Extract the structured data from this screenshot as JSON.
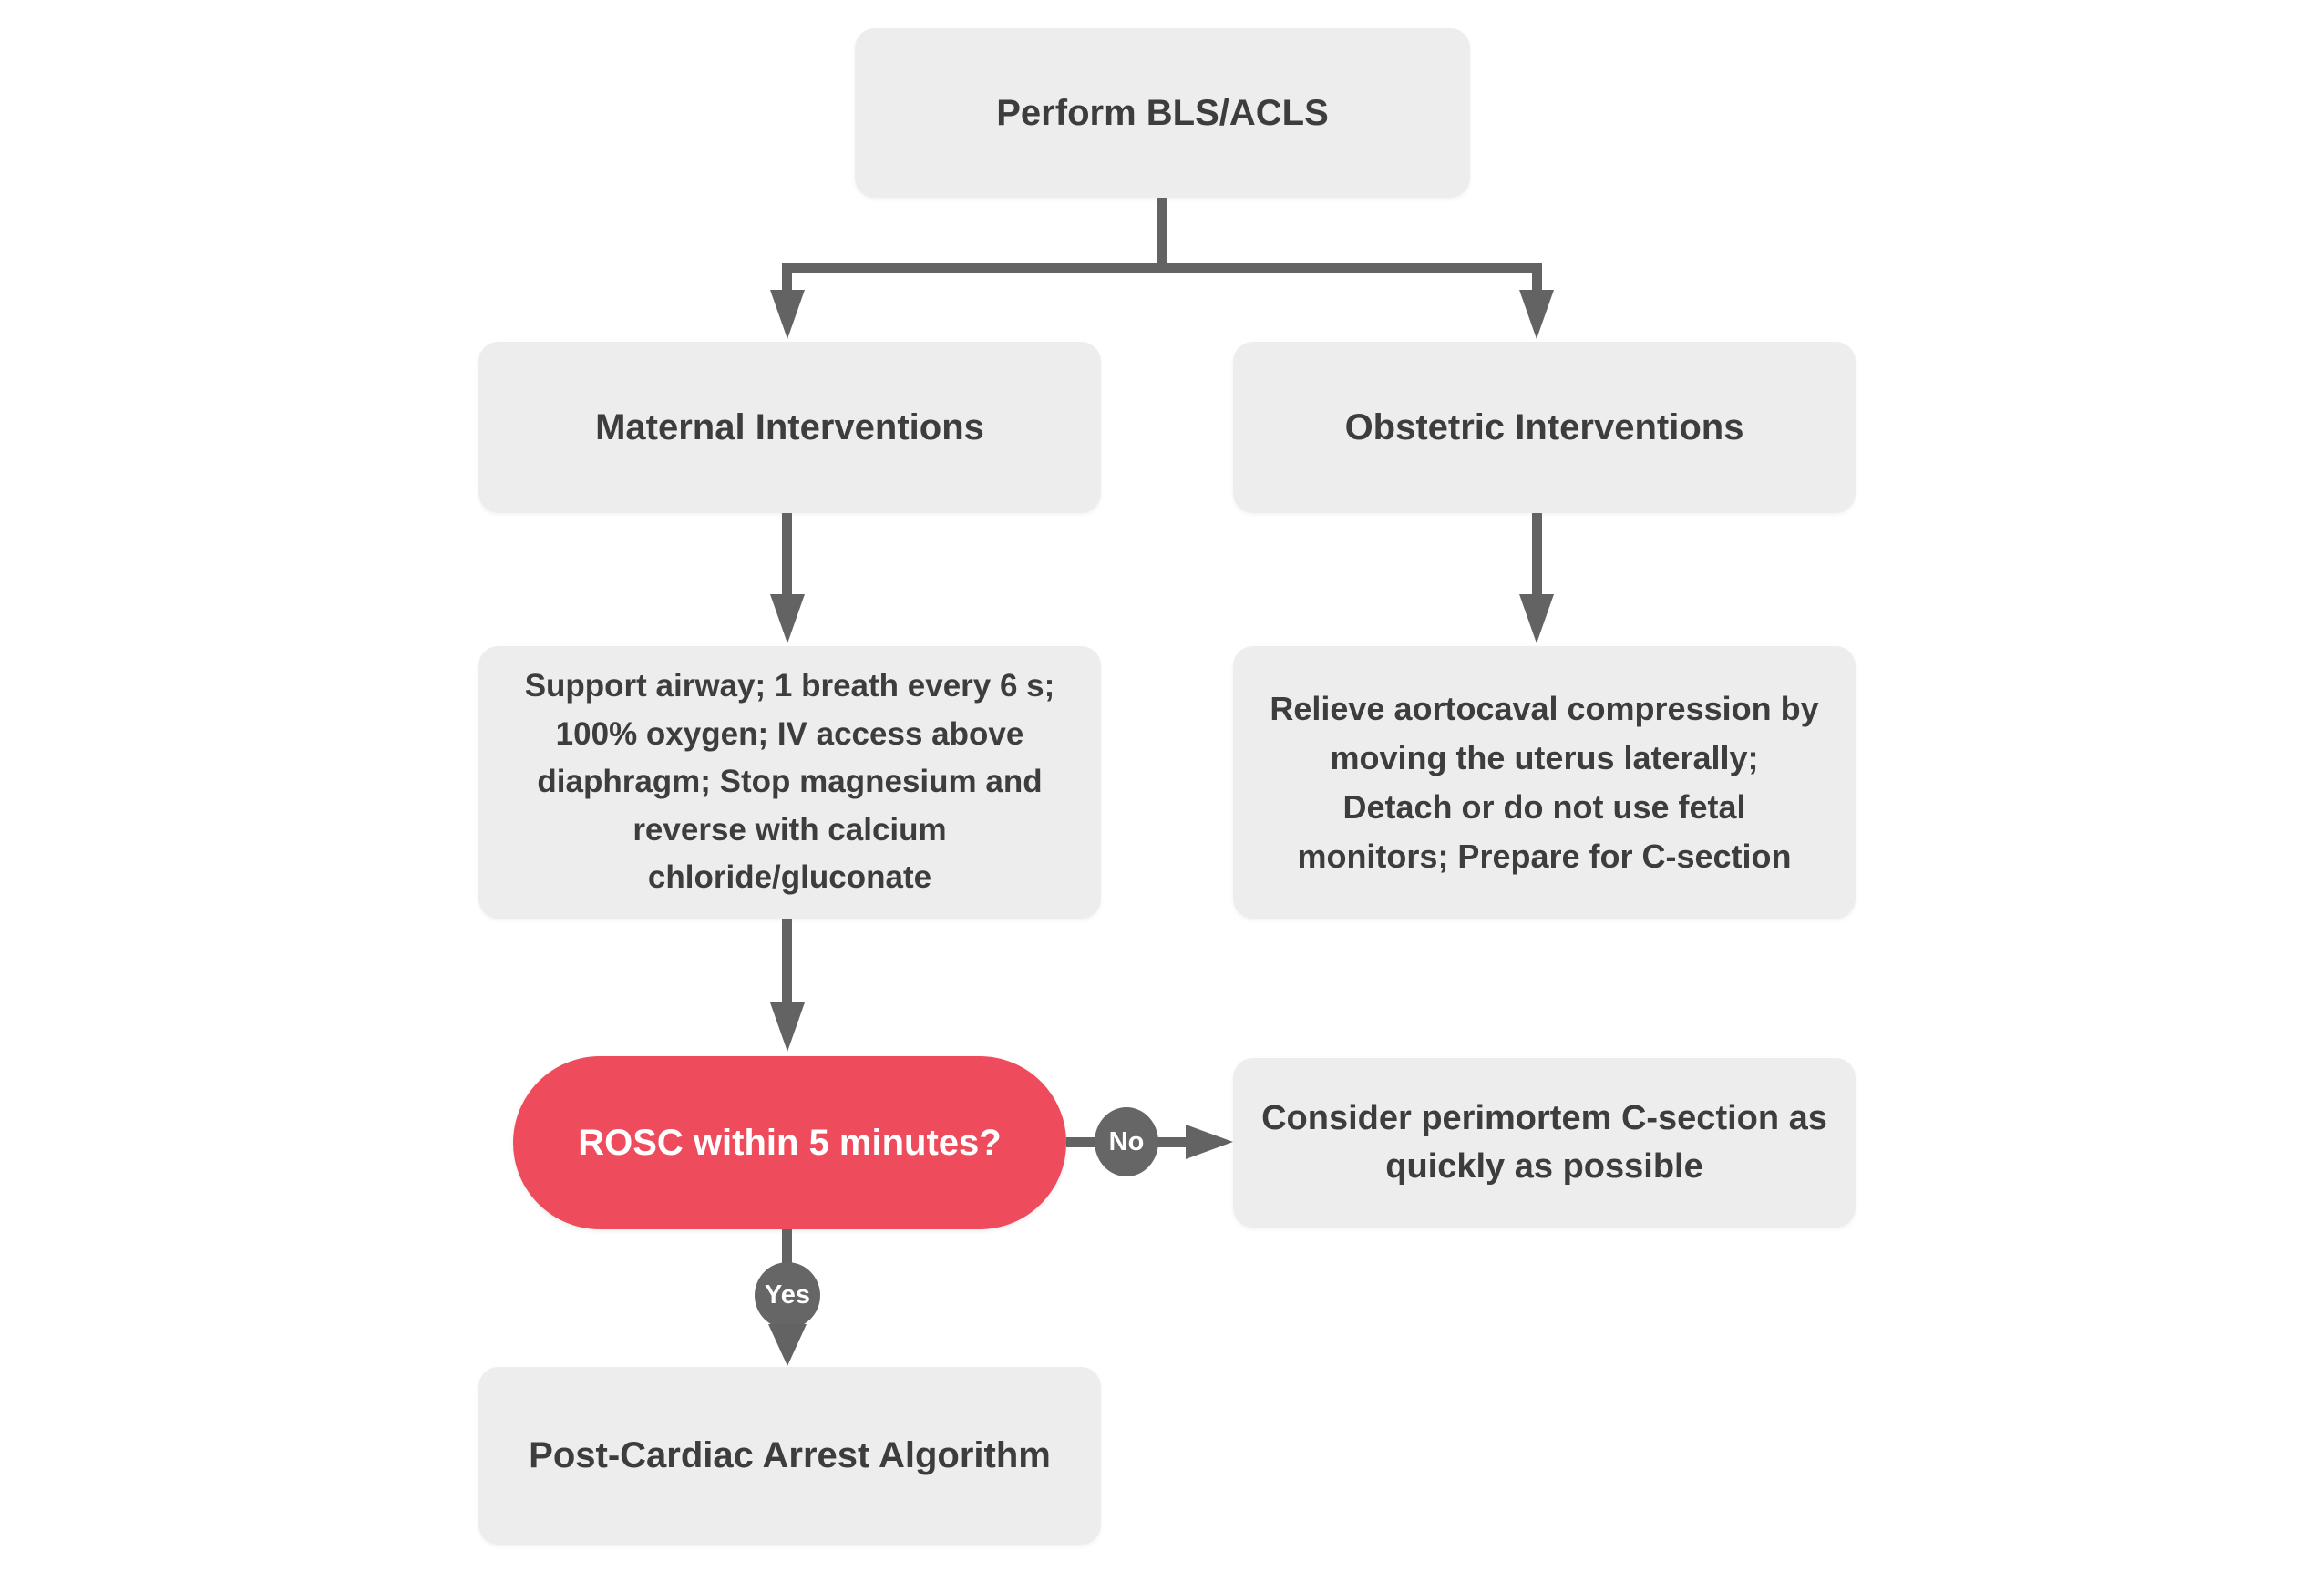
{
  "nodes": {
    "perform_bls": {
      "label": "Perform BLS/ACLS"
    },
    "maternal": {
      "label": "Maternal Interventions"
    },
    "obstetric": {
      "label": "Obstetric Interventions"
    },
    "maternal_detail": {
      "lines": [
        "Support airway; 1 breath every 6 s;",
        "100% oxygen; IV access above",
        "diaphragm; Stop magnesium and",
        "reverse with calcium",
        "chloride/gluconate"
      ]
    },
    "obstetric_detail": {
      "lines": [
        "Relieve aortocaval compression by",
        "moving the uterus laterally;",
        "Detach or do not use fetal",
        "monitors; Prepare for C-section"
      ]
    },
    "rosc_question": {
      "label": "ROSC within 5 minutes?"
    },
    "perimortem": {
      "lines": [
        "Consider perimortem C-section as",
        "quickly as possible"
      ]
    },
    "post_arrest": {
      "label": "Post-Cardiac Arrest Algorithm"
    }
  },
  "edge_labels": {
    "no": "No",
    "yes": "Yes"
  },
  "colors": {
    "background": "#FFFFFF",
    "node_fill": "#EDEDED",
    "node_text": "#3D3D3D",
    "connector": "#636363",
    "badge_fill": "#666666",
    "badge_text": "#FFFFFF",
    "decision_fill": "#EE4C5C",
    "decision_text": "#FFFFFF"
  }
}
